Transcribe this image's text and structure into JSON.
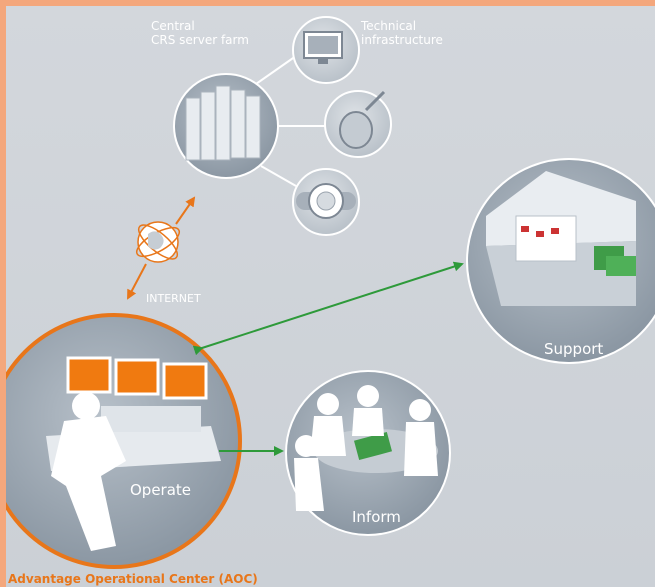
{
  "labels": {
    "server_farm": [
      "Central",
      "CRS server farm"
    ],
    "technical": [
      "Technical",
      "infrastructure"
    ],
    "internet": "INTERNET",
    "support": "Support",
    "operate": "Operate",
    "inform": "Inform",
    "aoc": "Advantage Operational Center (AOC)"
  },
  "colors": {
    "accent_orange": "#e8761a",
    "arrow_green": "#2e9a3a",
    "circle_fill": "#9aa5b0",
    "background": "#cdd2d8",
    "frame": "#f4a77c"
  }
}
